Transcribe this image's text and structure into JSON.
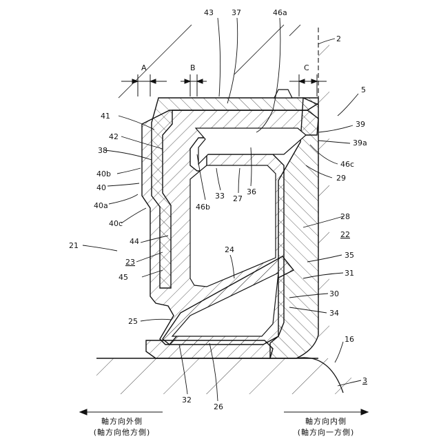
{
  "labels": {
    "n2": "2",
    "n3": "3",
    "n5": "5",
    "n16": "16",
    "n21": "21",
    "n22": "22",
    "n23": "23",
    "n24": "24",
    "n25": "25",
    "n26": "26",
    "n27": "27",
    "n28": "28",
    "n29": "29",
    "n30": "30",
    "n31": "31",
    "n32": "32",
    "n33": "33",
    "n34": "34",
    "n35": "35",
    "n36": "36",
    "n37": "37",
    "n38": "38",
    "n39": "39",
    "n39a": "39a",
    "n40": "40",
    "n40a": "40a",
    "n40b": "40b",
    "n40c": "40c",
    "n41": "41",
    "n42": "42",
    "n43": "43",
    "n44": "44",
    "n45": "45",
    "n46a": "46a",
    "n46b": "46b",
    "n46c": "46c",
    "dimA": "A",
    "dimB": "B",
    "dimC": "C"
  },
  "directions": {
    "left_line1": "軸方向外側",
    "left_line2": "(軸方向他方側)",
    "right_line1": "軸方向内側",
    "right_line2": "(軸方向一方側)"
  }
}
